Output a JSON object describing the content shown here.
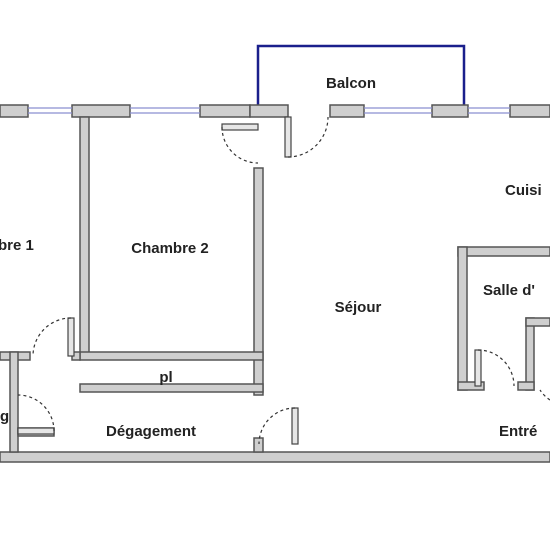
{
  "plan": {
    "rooms": {
      "balcon": "Balcon",
      "chambre1": "bre 1",
      "chambre2": "Chambre 2",
      "sejour": "Séjour",
      "cuisine": "Cuisi",
      "salle": "Salle d'",
      "pl": "pl",
      "wc": "g",
      "degagement": "Dégagement",
      "entree": "Entré"
    },
    "colors": {
      "wall_fill": "#cfcfcf",
      "wall_stroke": "#555555",
      "balcony_outline": "#1a1f8c",
      "window": "#8a8fd0"
    }
  }
}
